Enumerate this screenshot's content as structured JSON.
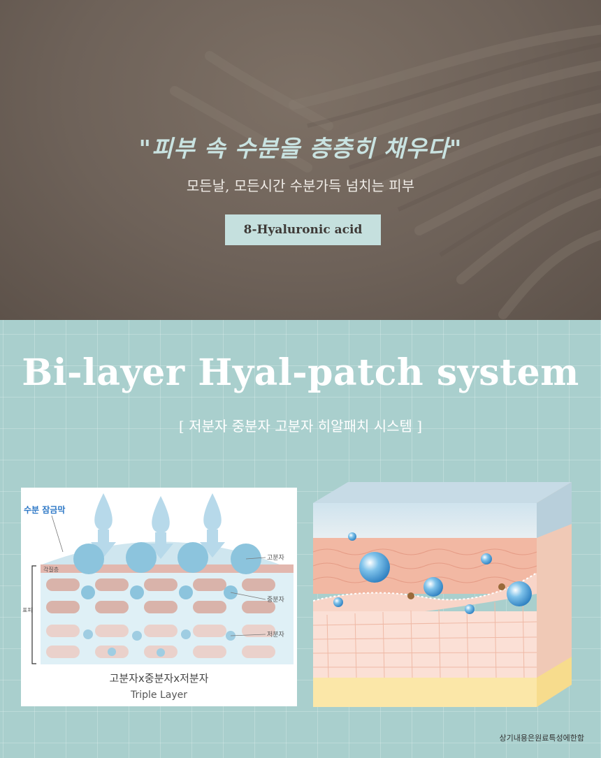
{
  "hero": {
    "title": "\"피부 속 수분을 층층히 채우다\"",
    "subtitle": "모든날, 모든시간 수분가득 넘치는 피부",
    "badge": "8-Hyaluronic acid"
  },
  "system": {
    "title": "Bi-layer Hyal-patch system",
    "subtitle": "[ 저분자 중분자 고분자 히알패치 시스템 ]"
  },
  "diagram": {
    "moisture_lock_label": "수분 잠금막",
    "high_molecule_label": "고분자",
    "mid_molecule_label": "중분자",
    "low_molecule_label": "저분자",
    "stratum_label": "각질층",
    "epidermis_label": "표피",
    "caption_ko": "고분자x중분자x저분자",
    "caption_en": "Triple Layer"
  },
  "disclaimer": "상기내용은원료특성에한함",
  "colors": {
    "hero_bg": "#6e6259",
    "hero_title": "#c9e3e1",
    "badge_bg": "#c5e0de",
    "system_bg": "#a9cfcd",
    "accent_blue": "#2f79c7"
  }
}
